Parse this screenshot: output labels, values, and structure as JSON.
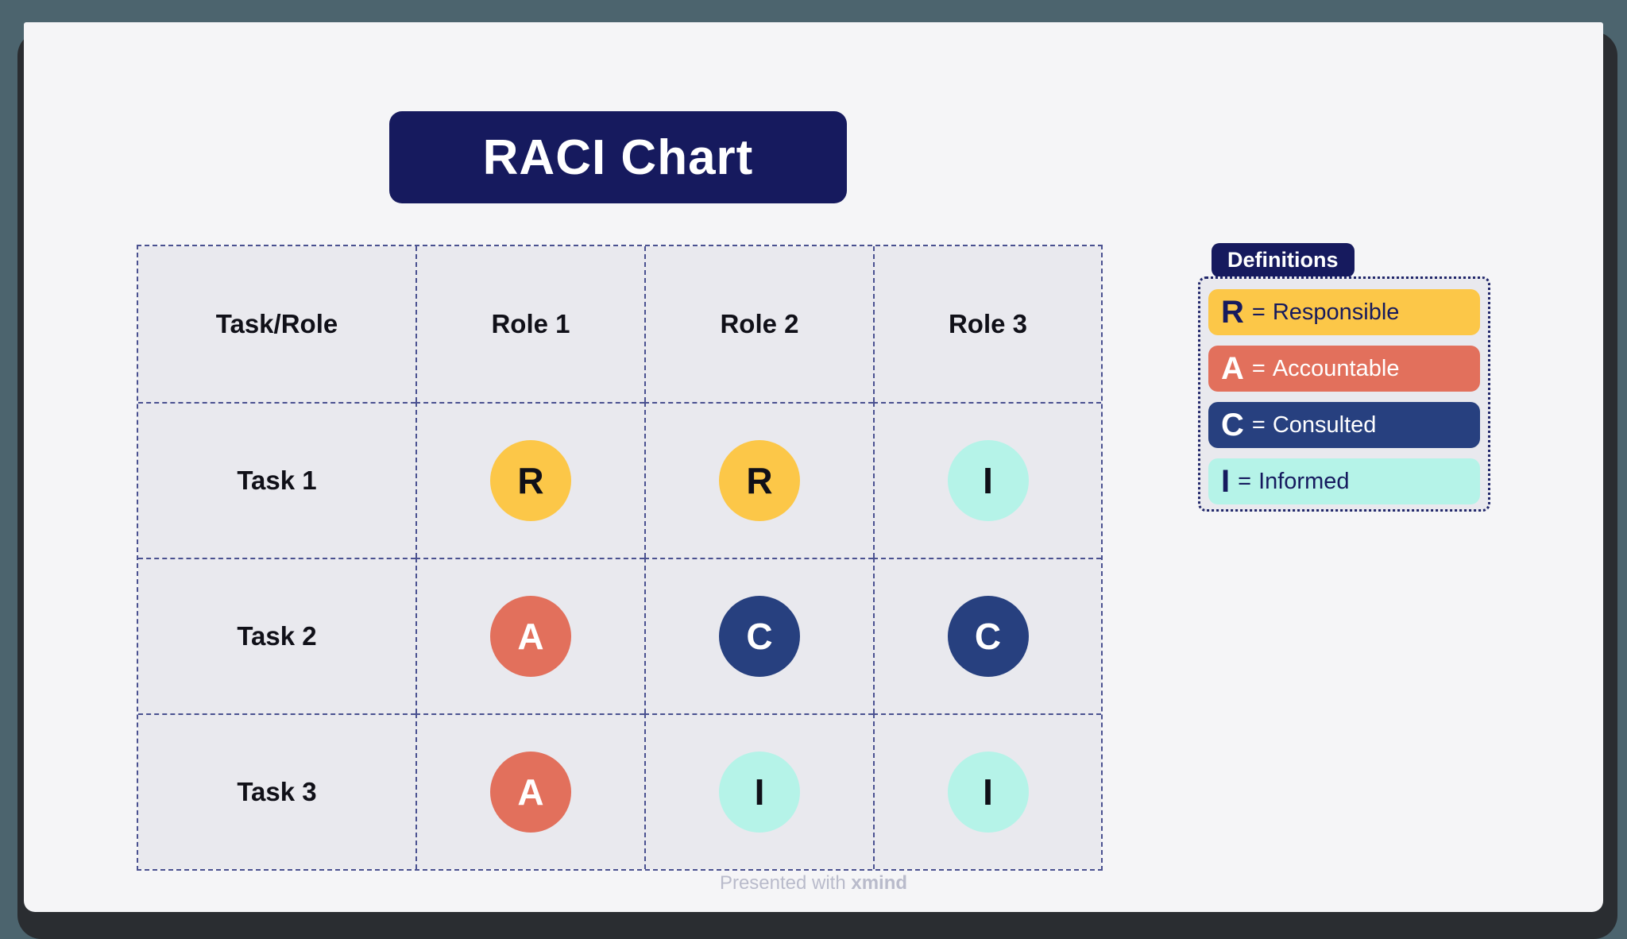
{
  "title": {
    "label": "RACI Chart"
  },
  "colors": {
    "background": "#4c646e",
    "shadow": "#2a2d31",
    "card": "#f5f5f7",
    "cell": "#e9e9ee",
    "navy": "#161a5e",
    "royal": "#27407f",
    "yellow": "#fcc748",
    "salmon": "#e2705c",
    "mint": "#b5f3e8",
    "table_border": "#4a5190",
    "dot_border": "#20266a",
    "ink": "#101018",
    "footer_text": "#b9bbcb"
  },
  "table": {
    "headers": [
      "Task/Role",
      "Role 1",
      "Role 2",
      "Role 3"
    ],
    "rows": [
      {
        "task": "Task 1",
        "cells": [
          {
            "letter": "R"
          },
          {
            "letter": "R"
          },
          {
            "letter": "I"
          }
        ]
      },
      {
        "task": "Task 2",
        "cells": [
          {
            "letter": "A"
          },
          {
            "letter": "C"
          },
          {
            "letter": "C"
          }
        ]
      },
      {
        "task": "Task 3",
        "cells": [
          {
            "letter": "A"
          },
          {
            "letter": "I"
          },
          {
            "letter": "I"
          }
        ]
      }
    ]
  },
  "definitions": {
    "tab_label": "Definitions",
    "items": [
      {
        "letter": "R",
        "eq": "=",
        "label": "Responsible"
      },
      {
        "letter": "A",
        "eq": "=",
        "label": "Accountable"
      },
      {
        "letter": "C",
        "eq": "=",
        "label": "Consulted"
      },
      {
        "letter": "I",
        "eq": "=",
        "label": "Informed"
      }
    ]
  },
  "footer": {
    "prefix": "Presented with ",
    "brand": "xmind"
  }
}
